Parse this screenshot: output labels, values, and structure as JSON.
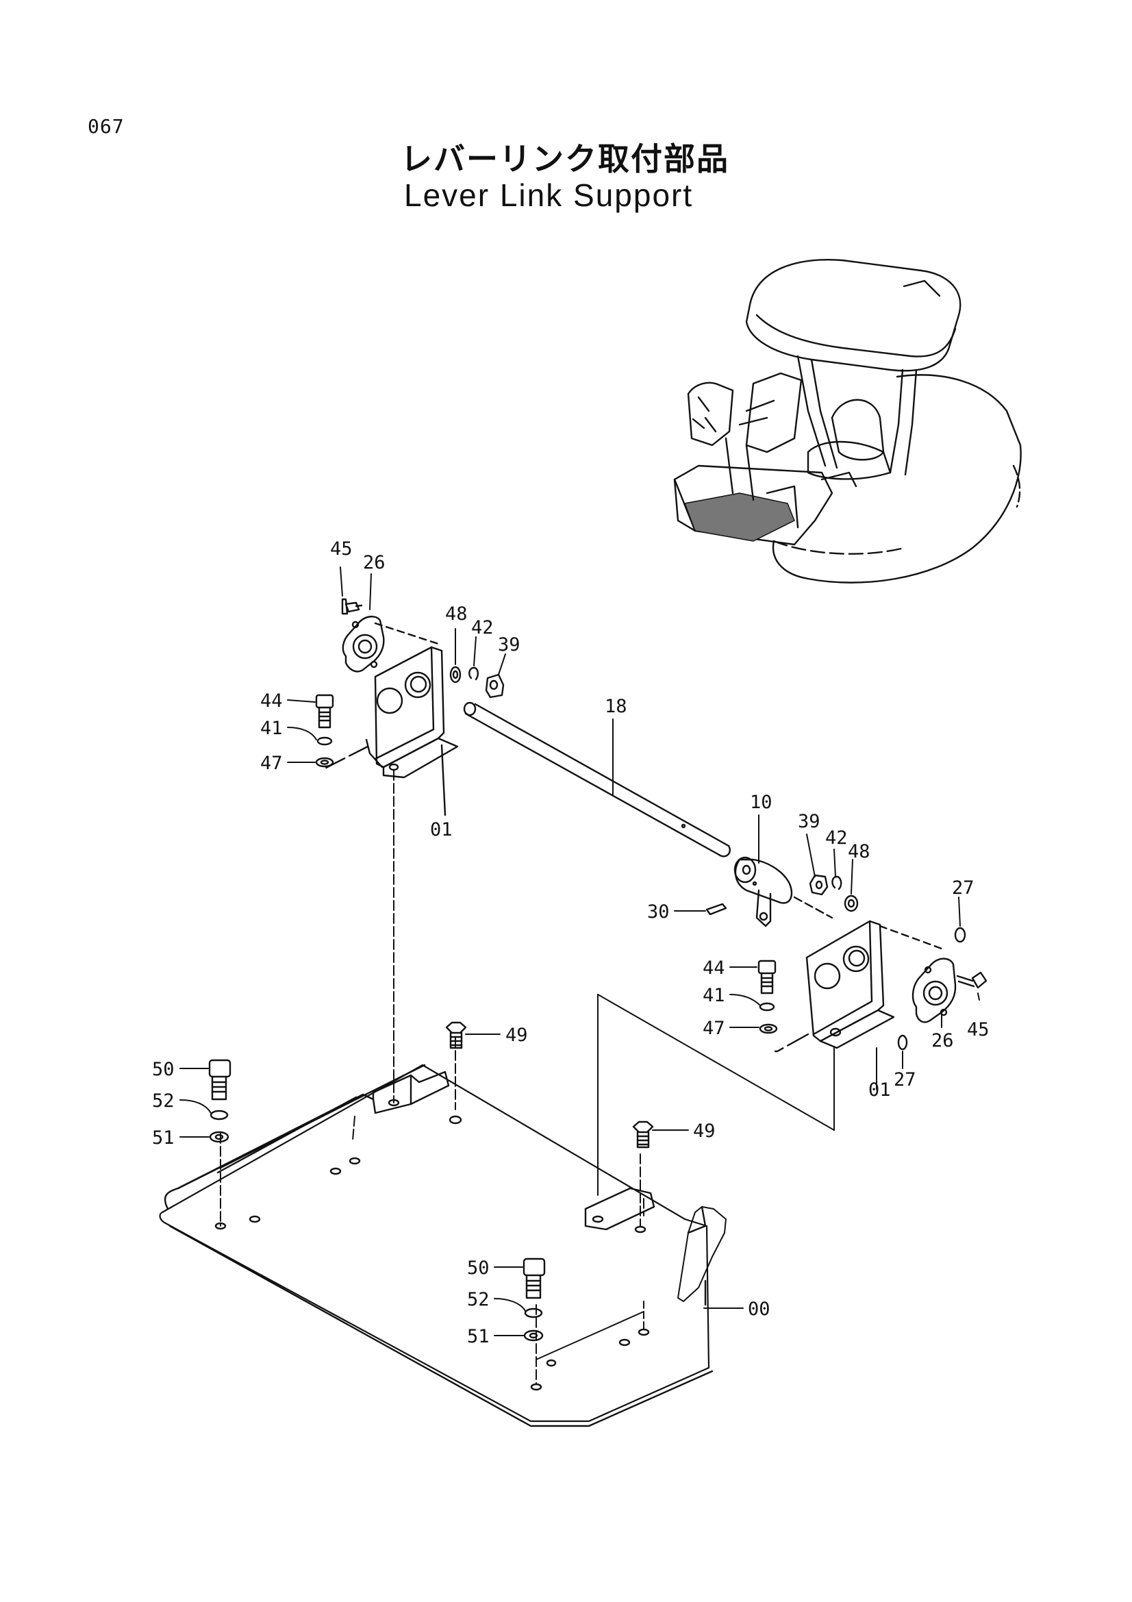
{
  "page_number": "067",
  "title_jp": "レバーリンク取付部品",
  "title_en": "Lever Link Support",
  "callouts": {
    "c45a": "45",
    "c26a": "26",
    "c48a": "48",
    "c42a": "42",
    "c39a": "39",
    "c44a": "44",
    "c41a": "41",
    "c47a": "47",
    "c01a": "01",
    "c18": "18",
    "c10": "10",
    "c39b": "39",
    "c42b": "42",
    "c48b": "48",
    "c27a": "27",
    "c30": "30",
    "c44b": "44",
    "c41b": "41",
    "c47b": "47",
    "c26b": "26",
    "c45b": "45",
    "c01b": "01",
    "c27b": "27",
    "c49a": "49",
    "c50a": "50",
    "c52a": "52",
    "c51a": "51",
    "c49b": "49",
    "c50b": "50",
    "c52b": "52",
    "c51b": "51",
    "c00": "00"
  }
}
